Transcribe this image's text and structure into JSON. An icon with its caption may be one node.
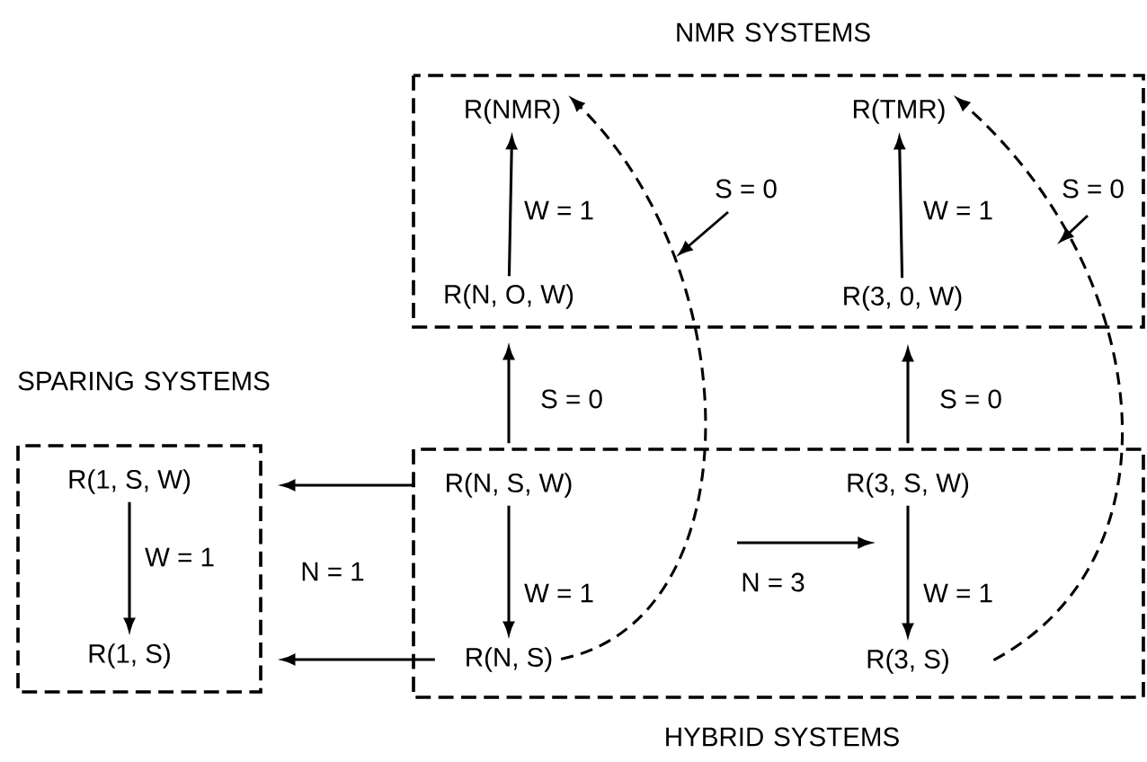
{
  "diagram": {
    "nodes": [
      {
        "text": [
          "NMR SYSTEMS"
        ]
      },
      {
        "text": [
          "R(NMR)"
        ],
        "in": 0
      },
      {
        "text": [
          "R(TMR)"
        ],
        "in": 0
      },
      {
        "text": [
          "R(N, O, W)"
        ],
        "in": 0
      },
      {
        "text": [
          "R(3, 0, W)"
        ],
        "in": 0
      },
      {
        "text": [
          "SPARING SYSTEMS"
        ]
      },
      {
        "text": [
          "R(1, S, W)"
        ],
        "in": 5
      },
      {
        "text": [
          "R(1, S)"
        ],
        "in": 5
      },
      {
        "text": [
          "HYBRID SYSTEMS"
        ]
      },
      {
        "text": [
          "R(N, S, W)"
        ],
        "in": 8
      },
      {
        "text": [
          "R(3, S, W)"
        ],
        "in": 8
      },
      {
        "text": [
          "R(N, S)"
        ],
        "in": 8
      },
      {
        "text": [
          "R(3, S)"
        ],
        "in": 8
      }
    ],
    "edges": [
      {
        "from": 3,
        "to": 1,
        "arrow": "to",
        "label": "W = 1"
      },
      {
        "from": 4,
        "to": 2,
        "arrow": "to",
        "label": "W = 1"
      },
      {
        "from": 9,
        "to": 3,
        "arrow": "to",
        "label": "S = 0"
      },
      {
        "from": 10,
        "to": 4,
        "arrow": "to",
        "label": "S = 0"
      },
      {
        "from": 11,
        "to": 1,
        "arrow": "to",
        "label": "S = 0",
        "style": "dashed"
      },
      {
        "from": 12,
        "to": 2,
        "arrow": "to",
        "label": "S = 0",
        "style": "dashed"
      },
      {
        "from": 6,
        "to": 7,
        "arrow": "to",
        "label": "W = 1"
      },
      {
        "from": 9,
        "to": 6,
        "arrow": "to"
      },
      {
        "from": 11,
        "to": 7,
        "arrow": "to"
      },
      {
        "from": 9,
        "to": 11,
        "arrow": "to",
        "label": "W = 1"
      },
      {
        "from": 10,
        "to": 12,
        "arrow": "to",
        "label": "W = 1"
      }
    ],
    "labels": [
      "N = 1",
      "N = 3"
    ]
  }
}
